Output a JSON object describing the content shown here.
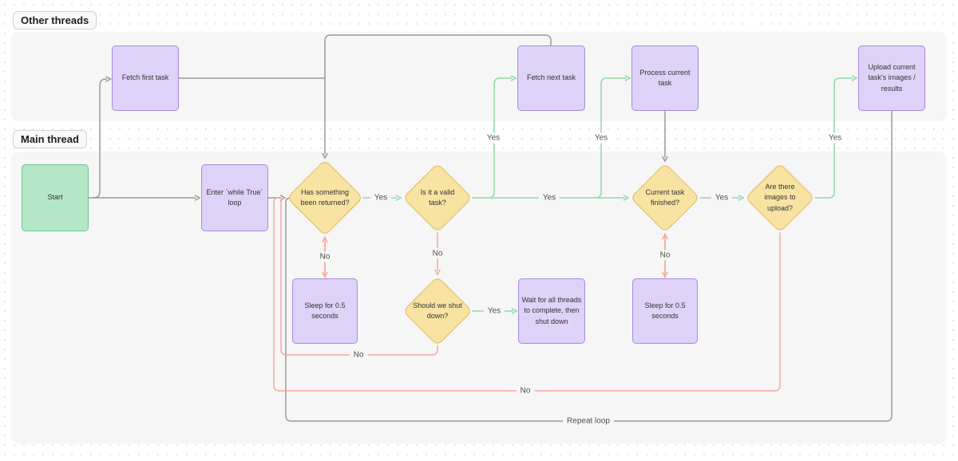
{
  "lanes": [
    {
      "label": "Other threads"
    },
    {
      "label": "Main thread"
    }
  ],
  "nodes": {
    "fetch_first": {
      "label": "Fetch first task",
      "type": "process"
    },
    "fetch_next": {
      "label": "Fetch next task",
      "type": "process"
    },
    "process_current": {
      "label": "Process current task",
      "type": "process"
    },
    "upload_results": {
      "label": "Upload current task's images / results",
      "type": "process"
    },
    "start": {
      "label": "Start",
      "type": "start"
    },
    "enter_loop": {
      "label": "Enter `while True` loop",
      "type": "process"
    },
    "has_returned": {
      "label": "Has something been returned?",
      "type": "decision"
    },
    "is_valid": {
      "label": "Is it a valid task?",
      "type": "decision"
    },
    "sleep_no_return": {
      "label": "Sleep for 0.5 seconds",
      "type": "process"
    },
    "should_shutdown": {
      "label": "Should we shut down?",
      "type": "decision"
    },
    "wait_all_threads": {
      "label": "Wait for all threads to complete, then shut down",
      "type": "process"
    },
    "task_finished": {
      "label": "Current task finished?",
      "type": "decision"
    },
    "sleep_task_wait": {
      "label": "Sleep for 0.5 seconds",
      "type": "process"
    },
    "images_to_upload": {
      "label": "Are there images to upload?",
      "type": "decision"
    }
  },
  "edge_labels": {
    "yes": "Yes",
    "no": "No",
    "repeat_loop": "Repeat loop"
  },
  "colors": {
    "purple_fill": "#ded2f8",
    "purple_border": "#a98bdb",
    "green_fill": "#b3e7c6",
    "green_border": "#6ec291",
    "yellow_fill": "#f8e3a2",
    "yellow_border": "#dcba60",
    "arrow_gray": "#9a9a9a",
    "arrow_green": "#90d9a6",
    "arrow_red": "#f5a79e",
    "lane_bg": "#f6f6f6"
  }
}
